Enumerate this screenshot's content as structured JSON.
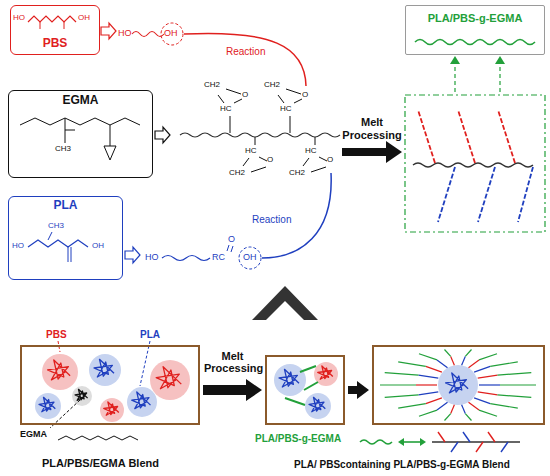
{
  "diagram": {
    "nodes": [
      {
        "text": [
          "PBS"
        ]
      },
      {
        "text": [
          "EGMA"
        ]
      },
      {
        "text": [
          "PLA"
        ]
      },
      {
        "text": [
          "PLA/PBS-g-EGMA"
        ]
      },
      {
        "text": [
          "PLA/PBS/EGMA Blend"
        ]
      },
      {
        "text": [
          "PLA/PBS-g-EGMA"
        ]
      },
      {
        "text": [
          "PLA/ PBScontaining PLA/PBS-g-EGMA Blend"
        ]
      }
    ],
    "edges": [
      {
        "from": 4,
        "to": 5,
        "label": "Melt Processing",
        "arrow": "to"
      },
      {
        "from": 5,
        "to": 6,
        "arrow": "to"
      }
    ],
    "labels": [
      "HO",
      "OH",
      "HO",
      "OH",
      "Reaction",
      "CH3",
      "HC",
      "CH2",
      "O",
      "HC",
      "CH2",
      "O",
      "HC",
      "CH2",
      "O",
      "HC",
      "CH2",
      "O",
      "CH3",
      "HO",
      "OH",
      "HO",
      "RC",
      "O",
      "OH",
      "Reaction",
      "Melt Processing",
      "PBS",
      "PLA",
      "EGMA"
    ]
  }
}
